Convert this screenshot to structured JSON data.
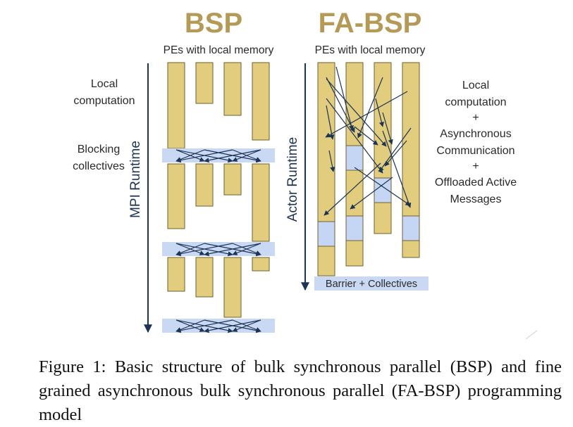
{
  "colors": {
    "bar_fill": "#e2cd7e",
    "bar_stroke": "#6f6132",
    "sync_band": "#c9d9f3",
    "comm_block": "#c4d6f4",
    "heading": "#b49a56",
    "arrow": "#1e3455",
    "text": "#2a2a2a"
  },
  "bsp": {
    "title": "BSP",
    "pes_label": "PEs with local memory",
    "runtime_label": "MPI Runtime",
    "local_label_1": "Local",
    "local_label_2": "computation",
    "blocking_label_1": "Blocking",
    "blocking_label_2": "collectives"
  },
  "fabsp": {
    "title": "FA-BSP",
    "pes_label": "PEs with local memory",
    "runtime_label": "Actor Runtime",
    "desc_1": "Local",
    "desc_2": "computation",
    "desc_3": "+",
    "desc_4": "Asynchronous",
    "desc_5": "Communication",
    "desc_6": "+",
    "desc_7": "Offloaded Active",
    "desc_8": "Messages",
    "barrier_label": "Barrier + Collectives"
  },
  "caption": "Figure 1: Basic structure of bulk synchronous parallel (BSP) and fine grained asynchronous bulk synchronous parallel (FA-BSP) programming model"
}
